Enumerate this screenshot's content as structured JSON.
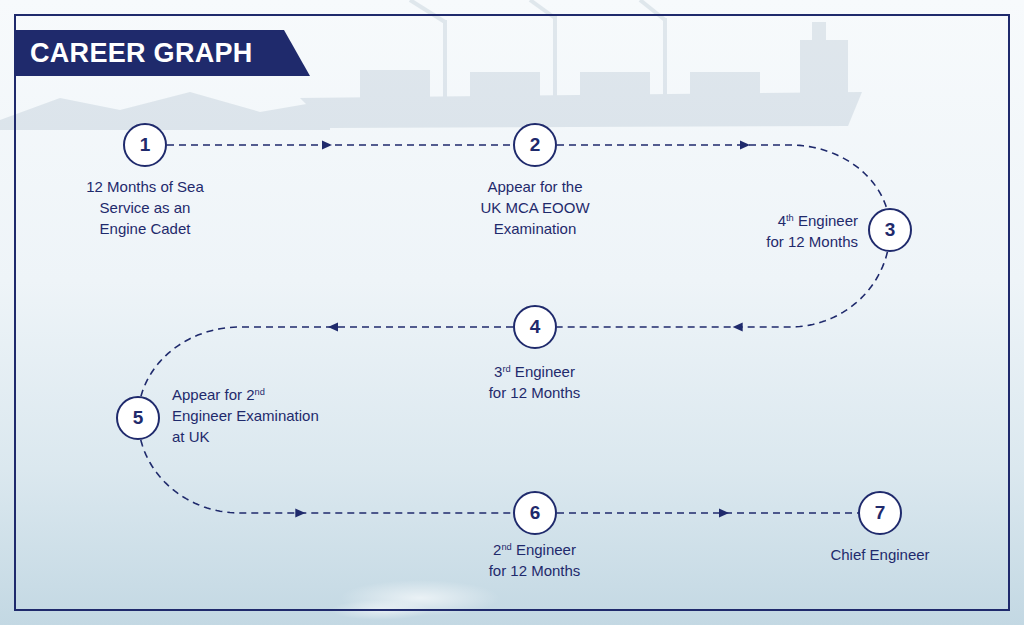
{
  "diagram": {
    "title": "CAREER GRAPH",
    "nodes": [
      {
        "text": [
          "1",
          "12 Months of Sea Service as an Engine Cadet"
        ]
      },
      {
        "text": [
          "2",
          "Appear for the UK MCA EOOW Examination"
        ]
      },
      {
        "text": [
          "3",
          "4th Engineer for 12 Months"
        ]
      },
      {
        "text": [
          "4",
          "3rd Engineer for 12 Months"
        ]
      },
      {
        "text": [
          "5",
          "Appear for 2nd Engineer Examination at UK"
        ]
      },
      {
        "text": [
          "6",
          "2nd Engineer for 12 Months"
        ]
      },
      {
        "text": [
          "7",
          "Chief Engineer"
        ]
      }
    ],
    "edges": [
      {
        "from": 0,
        "to": 1,
        "arrow": "to"
      },
      {
        "from": 1,
        "to": 2,
        "arrow": "to"
      },
      {
        "from": 2,
        "to": 3,
        "arrow": "to"
      },
      {
        "from": 3,
        "to": 4,
        "arrow": "to"
      },
      {
        "from": 4,
        "to": 5,
        "arrow": "to"
      },
      {
        "from": 5,
        "to": 6,
        "arrow": "to"
      }
    ]
  }
}
